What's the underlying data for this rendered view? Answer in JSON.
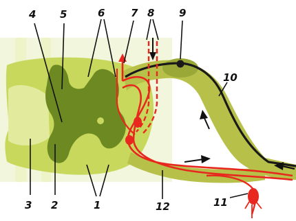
{
  "diagram": {
    "labels": [
      {
        "id": "1",
        "text": "1"
      },
      {
        "id": "2",
        "text": "2"
      },
      {
        "id": "3",
        "text": "3"
      },
      {
        "id": "4",
        "text": "4"
      },
      {
        "id": "5",
        "text": "5"
      },
      {
        "id": "6",
        "text": "6"
      },
      {
        "id": "7",
        "text": "7"
      },
      {
        "id": "8",
        "text": "8"
      },
      {
        "id": "9",
        "text": "9"
      },
      {
        "id": "10",
        "text": "10"
      },
      {
        "id": "11",
        "text": "11"
      },
      {
        "id": "12",
        "text": "12"
      }
    ]
  },
  "colors": {
    "white_matter": "#c7d85c",
    "white_matter_light": "#dfe98f",
    "gray_matter": "#6d8a22",
    "gray_matter_dark": "#4e6a14",
    "nerve_tissue": "#b7c048",
    "background_pale": "#eef3cf",
    "neuron_red": "#e8271e",
    "neuron_dark": "#1a1a1a",
    "arrow": "#111111"
  }
}
